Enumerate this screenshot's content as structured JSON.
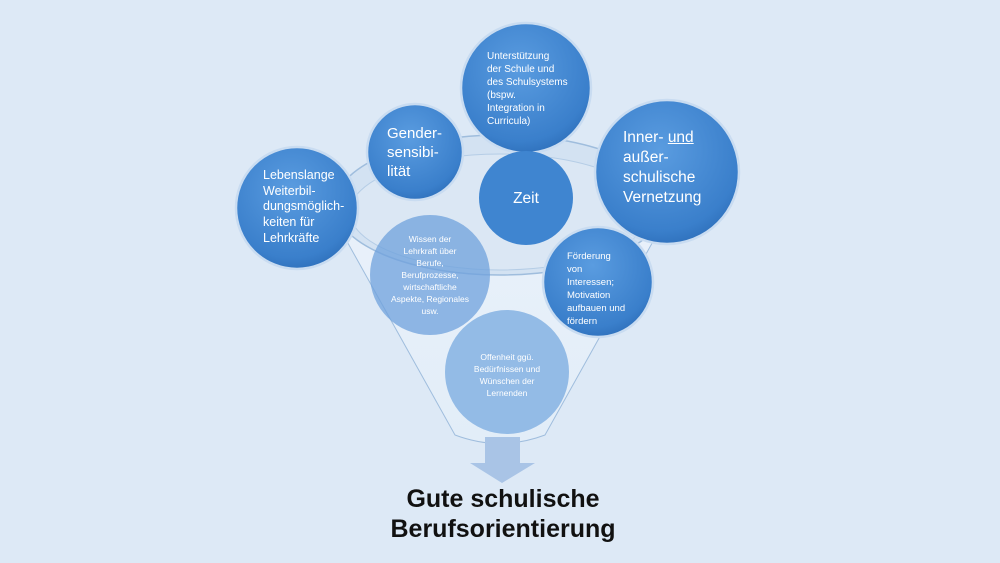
{
  "diagram": {
    "circles": {
      "lebenslange": [
        "Lebenslange",
        "Weiterbil-",
        "dungsmöglich-",
        "keiten für",
        "Lehrkräfte"
      ],
      "gender": [
        "Gender-",
        "sensibi-",
        "lität"
      ],
      "unterstuetzung": [
        "Unterstützung",
        "der Schule und",
        "des Schulsystems",
        "(bspw.",
        "Integration in",
        "Curricula)"
      ],
      "vernetzung": {
        "line1_a": "Inner-",
        "line1_b": "und",
        "lines": [
          "außer-",
          "schulische",
          "Vernetzung"
        ]
      },
      "zeit": "Zeit",
      "wissen": [
        "Wissen der",
        "Lehrkraft über",
        "Berufe,",
        "Berufprozesse,",
        "wirtschaftliche",
        "Aspekte, Regionales",
        "usw."
      ],
      "foerderung": [
        "Förderung",
        "von",
        "Interessen;",
        "Motivation",
        "aufbauen und",
        "fördern"
      ],
      "offenheit": [
        "Offenheit ggü.",
        "Bedürfnissen und",
        "Wünschen der",
        "Lernenden"
      ]
    },
    "result": [
      "Gute schulische",
      "Berufsorientierung"
    ],
    "colors": {
      "background": "#dde9f6",
      "circle": "#3f85d0",
      "circle_light": "#8db6e4"
    }
  }
}
